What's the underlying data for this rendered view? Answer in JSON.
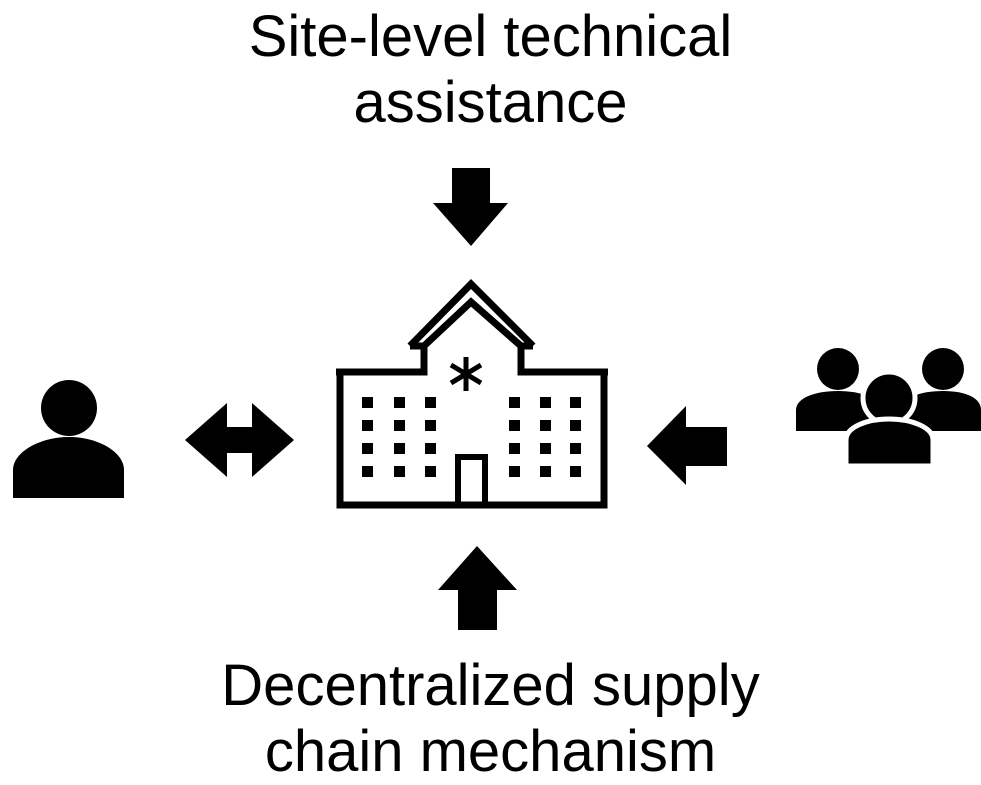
{
  "top_label": {
    "line1": "Site-level technical",
    "line2": "assistance"
  },
  "bottom_label": {
    "line1": "Decentralized supply",
    "line2": "chain mechanism"
  },
  "icons": {
    "center": "hospital-icon",
    "left": "person-icon",
    "right": "group-icon",
    "top_arrow": "arrow-down-icon",
    "bottom_arrow": "arrow-up-icon",
    "left_arrow": "double-arrow-icon",
    "right_arrow": "arrow-left-icon"
  },
  "colors": {
    "foreground": "#000000",
    "background": "#ffffff"
  }
}
